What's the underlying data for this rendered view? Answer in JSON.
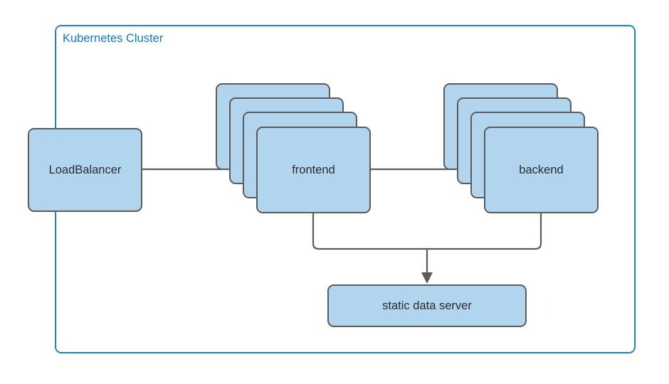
{
  "diagram": {
    "title": "Kubernetes Cluster",
    "cluster": {
      "label": "Kubernetes Cluster",
      "border_color": "#1f84c8",
      "label_color": "#1679bd"
    },
    "theme": {
      "node_fill": "#b1d5ef",
      "node_stroke": "#5b5b5b",
      "connector_stroke": "#5b5b5b",
      "text_color": "#2b2b2b",
      "background": "#ffffff"
    },
    "nodes": [
      {
        "id": "loadbalancer",
        "label": "LoadBalancer",
        "shape": "rounded-rect",
        "replicas": 1,
        "inside_cluster": false
      },
      {
        "id": "frontend",
        "label": "frontend",
        "shape": "stacked-rounded-rect",
        "replicas": 4,
        "inside_cluster": true
      },
      {
        "id": "backend",
        "label": "backend",
        "shape": "stacked-rounded-rect",
        "replicas": 4,
        "inside_cluster": true
      },
      {
        "id": "static-data-server",
        "label": "static data server",
        "shape": "rounded-rect",
        "replicas": 1,
        "inside_cluster": true
      }
    ],
    "edges": [
      {
        "id": "lb-to-frontend",
        "from": "loadbalancer",
        "to": "frontend",
        "arrow": true,
        "style": "straight"
      },
      {
        "id": "frontend-to-backend",
        "from": "frontend",
        "to": "backend",
        "arrow": true,
        "style": "straight"
      },
      {
        "id": "frontend-to-static",
        "from": "frontend",
        "to": "static-data-server",
        "arrow": true,
        "style": "elbow"
      },
      {
        "id": "backend-to-static",
        "from": "backend",
        "to": "static-data-server",
        "arrow": true,
        "style": "elbow"
      }
    ]
  }
}
